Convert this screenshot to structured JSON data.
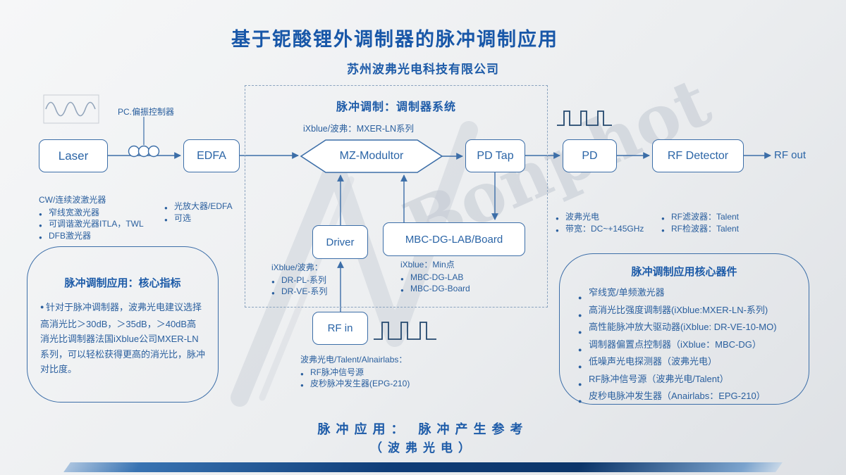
{
  "colors": {
    "accent_blue": "#1d5ba8",
    "box_border": "#3c6ea8",
    "background": "#e9ebee",
    "watermark": "#c7cdd6",
    "footer_bar_dark": "#0e3a74"
  },
  "header": {
    "title": "基于铌酸锂外调制器的脉冲调制应用",
    "subtitle": "苏州波弗光电科技有限公司"
  },
  "flow": {
    "laser": "Laser",
    "pc_controller": "PC.偏振控制器",
    "edfa": "EDFA",
    "mz_modulator": "MZ-Modultor",
    "pd_tap": "PD Tap",
    "pd": "PD",
    "rf_detector": "RF Detector",
    "rf_out": "RF out",
    "driver": "Driver",
    "mbc": "MBC-DG-LAB/Board",
    "rf_in": "RF in"
  },
  "modulator_system": {
    "title": "脉冲调制：调制器系统",
    "subtitle": "iXblue/波弗：MXER-LN系列"
  },
  "notes": {
    "laser": {
      "lead": "CW/连续波激光器",
      "items": [
        "窄线宽激光器",
        "可调谐激光器ITLA，TWL",
        "DFB激光器"
      ]
    },
    "edfa": {
      "items": [
        "光放大器/EDFA",
        "可选"
      ]
    },
    "driver": {
      "lead": "iXblue/波弗：",
      "items": [
        "DR-PL-系列",
        "DR-VE-系列"
      ]
    },
    "mbc": {
      "lead": "iXblue：Min点",
      "items": [
        "MBC-DG-LAB",
        "MBC-DG-Board"
      ]
    },
    "pd": {
      "items": [
        "波弗光电",
        "带宽：DC~+145GHz"
      ]
    },
    "rf_detector": {
      "items": [
        "RF滤波器：Talent",
        "RF检波器：Talent"
      ]
    },
    "rf_in": {
      "lead": "波弗光电/Talent/Alnairlabs：",
      "items": [
        "RF脉冲信号源",
        "皮秒脉冲发生器(EPG-210)"
      ]
    }
  },
  "left_panel": {
    "title": "脉冲调制应用：核心指标",
    "body": "针对于脉冲调制器，波弗光电建议选择高消光比＞30dB，＞35dB，＞40dB高消光比调制器法国iXblue公司MXER-LN系列，可以轻松获得更高的消光比，脉冲对比度。"
  },
  "right_panel": {
    "title": "脉冲调制应用核心器件",
    "items": [
      "窄线宽/单频激光器",
      "高消光比强度调制器(iXblue:MXER-LN-系列)",
      "高性能脉冲放大驱动器(iXblue: DR-VE-10-MO)",
      "调制器偏置点控制器（iXblue：MBC-DG）",
      "低噪声光电探测器（波弗光电）",
      "RF脉冲信号源（波弗光电/Talent）",
      "皮秒电脉冲发生器（Anairlabs：EPG-210）"
    ]
  },
  "footer": {
    "line1": "脉冲应用： 脉冲产生参考",
    "line2": "（波弗光电）"
  },
  "watermark": {
    "text": "Bonphot"
  }
}
